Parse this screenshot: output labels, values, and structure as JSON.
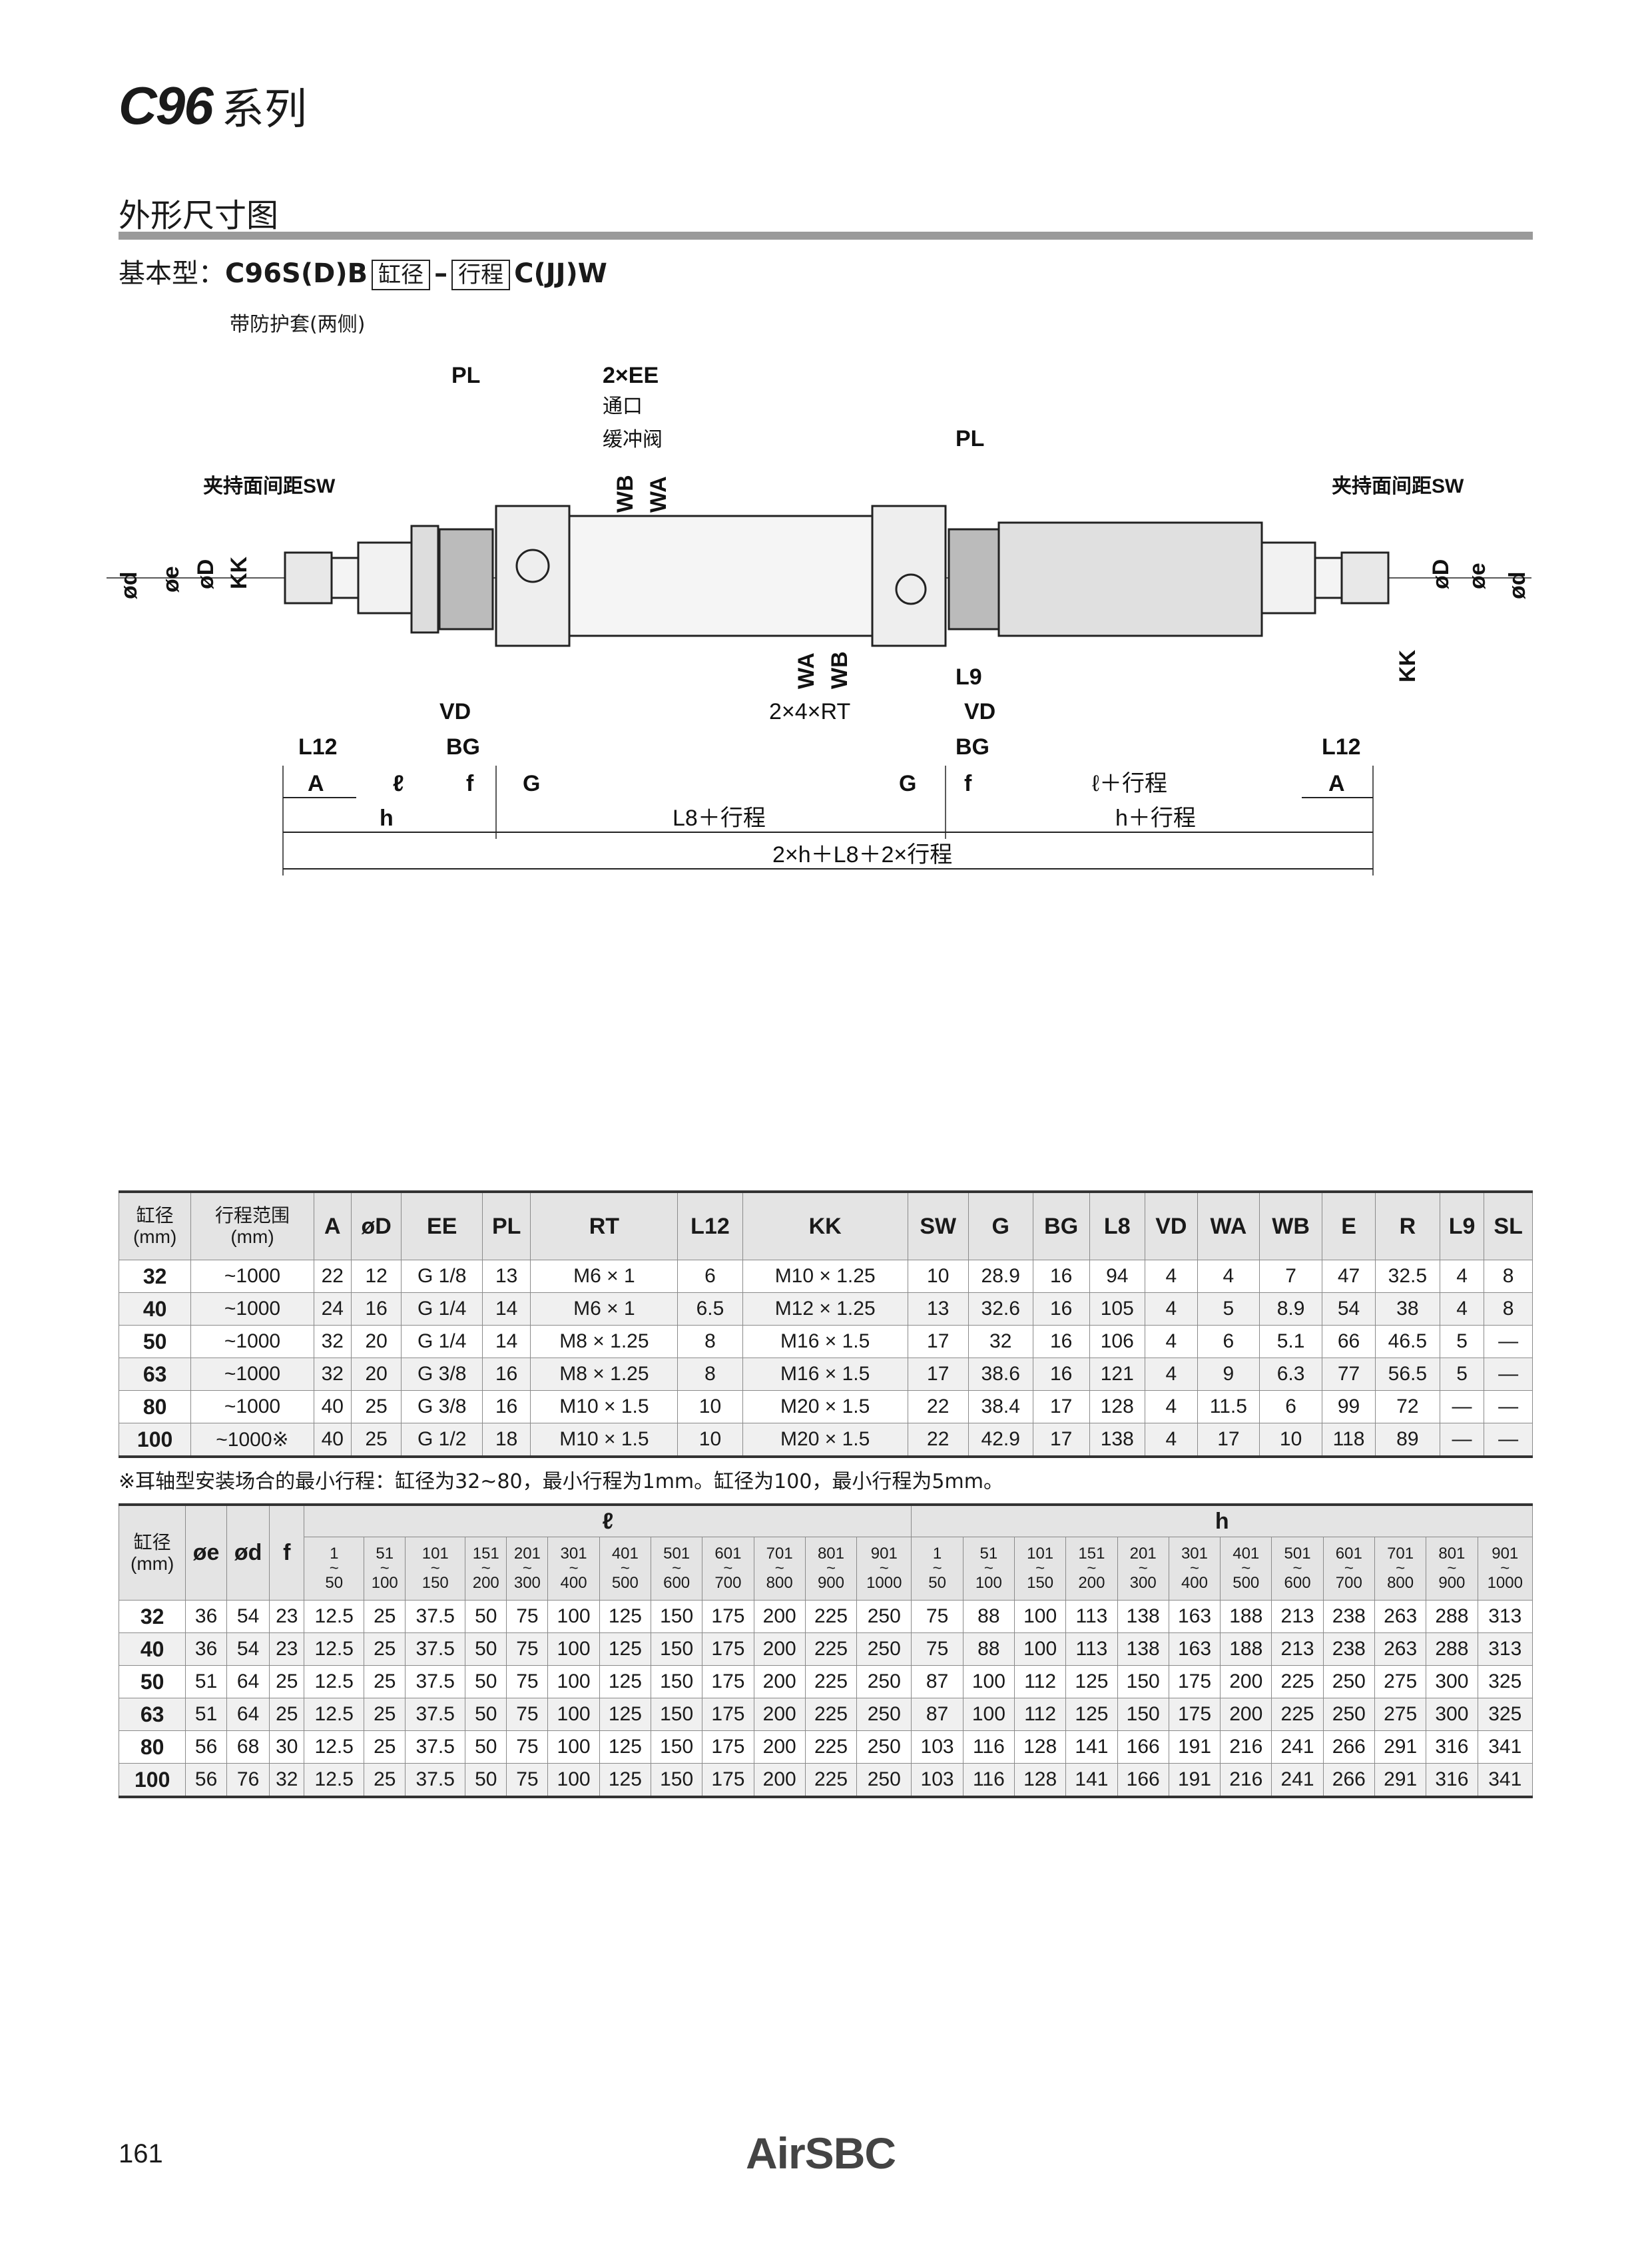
{
  "header": {
    "series_code": "C96",
    "series_label": "系列",
    "section_title": "外形尺寸图",
    "model_prefix": "基本型：",
    "model_part1": "C96S(D)B",
    "model_box1": "缸径",
    "model_dash": "–",
    "model_box2": "行程",
    "model_part2": "C(JJ)W",
    "subtitle": "带防护套(两侧)"
  },
  "drawing": {
    "labels": {
      "PL": "PL",
      "EE": "2×EE",
      "port": "通口",
      "cushion": "缓冲阀",
      "WB": "WB",
      "WA": "WA",
      "SW": "夹持面间距SW",
      "od": "ød",
      "oe": "øe",
      "oD": "øD",
      "KK": "KK",
      "VD": "VD",
      "BG": "BG",
      "L12": "L12",
      "L9": "L9",
      "RT": "2×4×RT",
      "A": "A",
      "l": "ℓ",
      "f": "f",
      "G": "G",
      "h": "h",
      "L8stroke": "L8＋行程",
      "hstroke": "h＋行程",
      "lstroke": "ℓ＋行程",
      "total": "2×h＋L8＋2×行程"
    }
  },
  "table1": {
    "headers": [
      "缸径\n(mm)",
      "行程范围\n(mm)",
      "A",
      "øD",
      "EE",
      "PL",
      "RT",
      "L12",
      "KK",
      "SW",
      "G",
      "BG",
      "L8",
      "VD",
      "WA",
      "WB",
      "E",
      "R",
      "L9",
      "SL"
    ],
    "rows": [
      [
        "32",
        "~1000",
        "22",
        "12",
        "G 1/8",
        "13",
        "M6 × 1",
        "6",
        "M10 × 1.25",
        "10",
        "28.9",
        "16",
        "94",
        "4",
        "4",
        "7",
        "47",
        "32.5",
        "4",
        "8"
      ],
      [
        "40",
        "~1000",
        "24",
        "16",
        "G 1/4",
        "14",
        "M6 × 1",
        "6.5",
        "M12 × 1.25",
        "13",
        "32.6",
        "16",
        "105",
        "4",
        "5",
        "8.9",
        "54",
        "38",
        "4",
        "8"
      ],
      [
        "50",
        "~1000",
        "32",
        "20",
        "G 1/4",
        "14",
        "M8 × 1.25",
        "8",
        "M16 × 1.5",
        "17",
        "32",
        "16",
        "106",
        "4",
        "6",
        "5.1",
        "66",
        "46.5",
        "5",
        "—"
      ],
      [
        "63",
        "~1000",
        "32",
        "20",
        "G 3/8",
        "16",
        "M8 × 1.25",
        "8",
        "M16 × 1.5",
        "17",
        "38.6",
        "16",
        "121",
        "4",
        "9",
        "6.3",
        "77",
        "56.5",
        "5",
        "—"
      ],
      [
        "80",
        "~1000",
        "40",
        "25",
        "G 3/8",
        "16",
        "M10 × 1.5",
        "10",
        "M20 × 1.5",
        "22",
        "38.4",
        "17",
        "128",
        "4",
        "11.5",
        "6",
        "99",
        "72",
        "—",
        "—"
      ],
      [
        "100",
        "~1000※",
        "40",
        "25",
        "G 1/2",
        "18",
        "M10 × 1.5",
        "10",
        "M20 × 1.5",
        "22",
        "42.9",
        "17",
        "138",
        "4",
        "17",
        "10",
        "118",
        "89",
        "—",
        "—"
      ]
    ]
  },
  "note": "※耳轴型安装场合的最小行程：缸径为32~80，最小行程为1mm。缸径为100，最小行程为5mm。",
  "table2": {
    "head_bore": "缸径\n(mm)",
    "head_oe": "øe",
    "head_od": "ød",
    "head_f": "f",
    "group_l": "ℓ",
    "group_h": "h",
    "ranges": [
      [
        "1",
        "50"
      ],
      [
        "51",
        "100"
      ],
      [
        "101",
        "150"
      ],
      [
        "151",
        "200"
      ],
      [
        "201",
        "300"
      ],
      [
        "301",
        "400"
      ],
      [
        "401",
        "500"
      ],
      [
        "501",
        "600"
      ],
      [
        "601",
        "700"
      ],
      [
        "701",
        "800"
      ],
      [
        "801",
        "900"
      ],
      [
        "901",
        "1000"
      ]
    ],
    "rows": [
      [
        "32",
        "36",
        "54",
        "23",
        "12.5",
        "25",
        "37.5",
        "50",
        "75",
        "100",
        "125",
        "150",
        "175",
        "200",
        "225",
        "250",
        "75",
        "88",
        "100",
        "113",
        "138",
        "163",
        "188",
        "213",
        "238",
        "263",
        "288",
        "313"
      ],
      [
        "40",
        "36",
        "54",
        "23",
        "12.5",
        "25",
        "37.5",
        "50",
        "75",
        "100",
        "125",
        "150",
        "175",
        "200",
        "225",
        "250",
        "75",
        "88",
        "100",
        "113",
        "138",
        "163",
        "188",
        "213",
        "238",
        "263",
        "288",
        "313"
      ],
      [
        "50",
        "51",
        "64",
        "25",
        "12.5",
        "25",
        "37.5",
        "50",
        "75",
        "100",
        "125",
        "150",
        "175",
        "200",
        "225",
        "250",
        "87",
        "100",
        "112",
        "125",
        "150",
        "175",
        "200",
        "225",
        "250",
        "275",
        "300",
        "325"
      ],
      [
        "63",
        "51",
        "64",
        "25",
        "12.5",
        "25",
        "37.5",
        "50",
        "75",
        "100",
        "125",
        "150",
        "175",
        "200",
        "225",
        "250",
        "87",
        "100",
        "112",
        "125",
        "150",
        "175",
        "200",
        "225",
        "250",
        "275",
        "300",
        "325"
      ],
      [
        "80",
        "56",
        "68",
        "30",
        "12.5",
        "25",
        "37.5",
        "50",
        "75",
        "100",
        "125",
        "150",
        "175",
        "200",
        "225",
        "250",
        "103",
        "116",
        "128",
        "141",
        "166",
        "191",
        "216",
        "241",
        "266",
        "291",
        "316",
        "341"
      ],
      [
        "100",
        "56",
        "76",
        "32",
        "12.5",
        "25",
        "37.5",
        "50",
        "75",
        "100",
        "125",
        "150",
        "175",
        "200",
        "225",
        "250",
        "103",
        "116",
        "128",
        "141",
        "166",
        "191",
        "216",
        "241",
        "266",
        "291",
        "316",
        "341"
      ]
    ]
  },
  "footer": {
    "page_number": "161",
    "logo": "AirSBC"
  }
}
